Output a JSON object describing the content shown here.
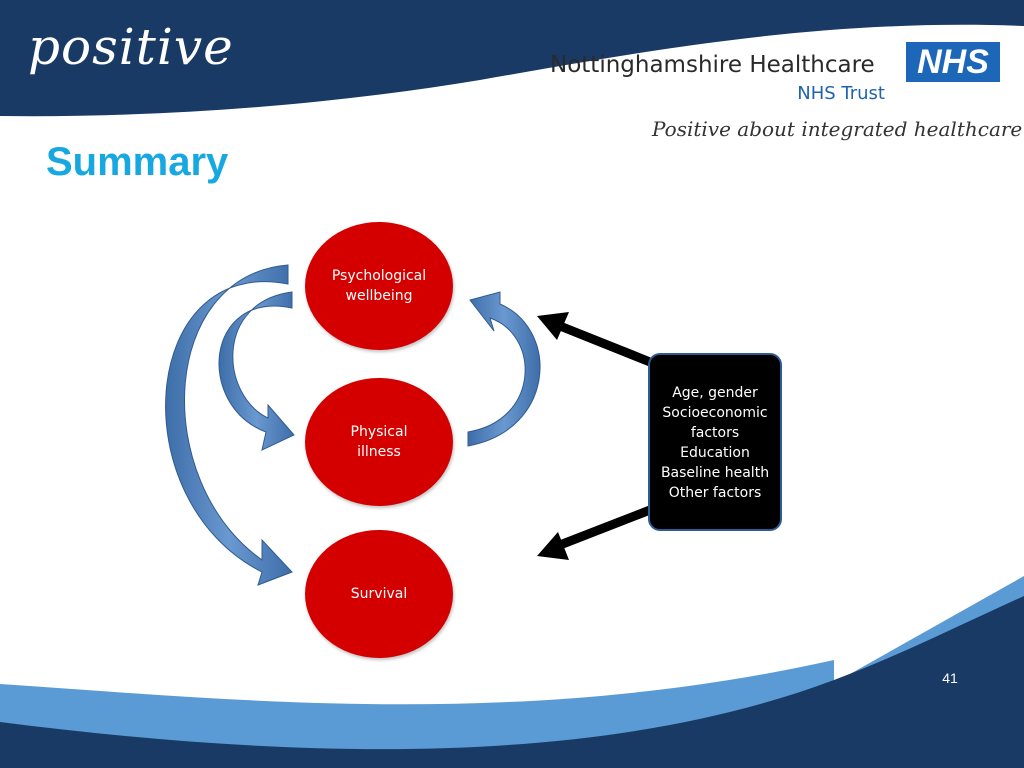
{
  "header": {
    "brand": "positive",
    "organisation": "Nottinghamshire Healthcare",
    "organisation_sub": "NHS Trust",
    "nhs_logo": "NHS",
    "tagline": "Positive about integrated healthcare"
  },
  "slide": {
    "title": "Summary",
    "page_number": "41"
  },
  "diagram": {
    "nodes": {
      "psychological": [
        "Psychological",
        "wellbeing"
      ],
      "physical": [
        "Physical",
        "illness"
      ],
      "survival": "Survival"
    },
    "factors": [
      "Age, gender",
      "Socioeconomic",
      "factors",
      "Education",
      "Baseline health",
      "Other factors"
    ]
  },
  "colors": {
    "navy": "#1a3a66",
    "light_blue": "#5b9bd5",
    "circle_red": "#d40000",
    "arrow_blue": "#4f7fbf",
    "title_blue": "#17a8e2",
    "nhs_blue": "#1d67b8"
  }
}
